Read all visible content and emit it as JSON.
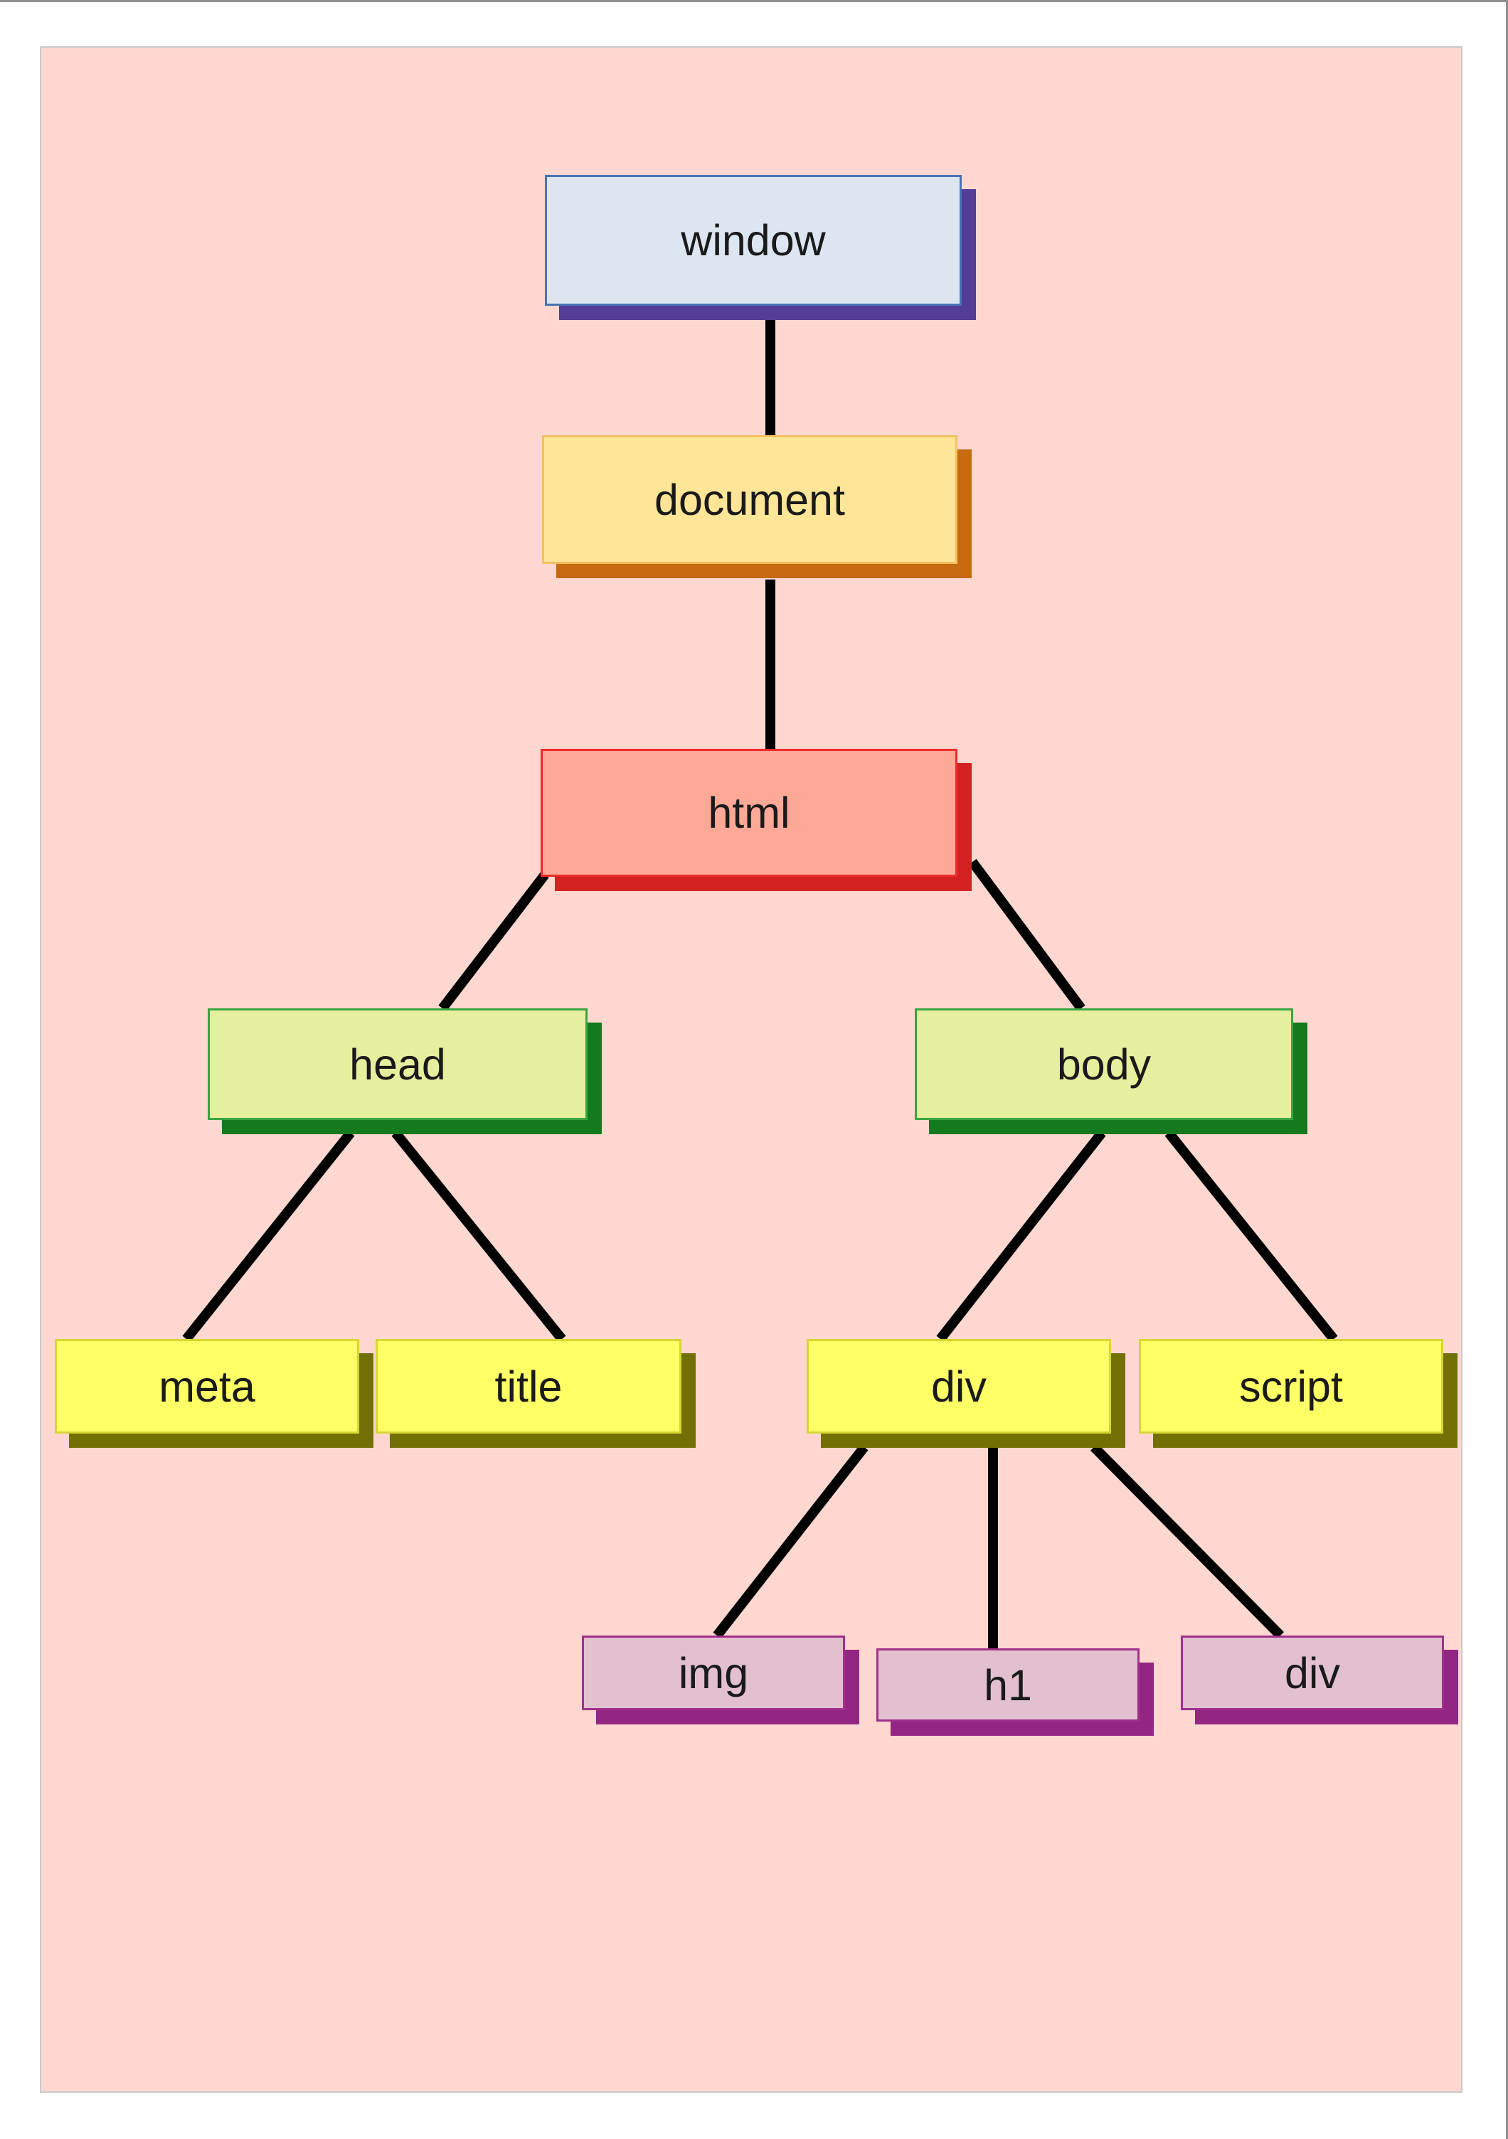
{
  "diagram": {
    "nodes": {
      "window": {
        "label": "window",
        "fill": "#dce5f0",
        "border": "#4a72b7",
        "shadow": "#533d96"
      },
      "document": {
        "label": "document",
        "fill": "#fee597",
        "border": "#f5c060",
        "shadow": "#c86a10"
      },
      "html": {
        "label": "html",
        "fill": "#fea898",
        "border": "#f02a2a",
        "shadow": "#d42222"
      },
      "head": {
        "label": "head",
        "fill": "#e6ef9e",
        "border": "#3aa442",
        "shadow": "#157a1e"
      },
      "body": {
        "label": "body",
        "fill": "#e6ef9e",
        "border": "#3aa442",
        "shadow": "#157a1e"
      },
      "meta": {
        "label": "meta",
        "fill": "#ffff66",
        "border": "#d6d630",
        "shadow": "#727005"
      },
      "title": {
        "label": "title",
        "fill": "#ffff66",
        "border": "#d6d630",
        "shadow": "#727005"
      },
      "div": {
        "label": "div",
        "fill": "#ffff66",
        "border": "#d6d630",
        "shadow": "#727005"
      },
      "script": {
        "label": "script",
        "fill": "#ffff66",
        "border": "#d6d630",
        "shadow": "#727005"
      },
      "img": {
        "label": "img",
        "fill": "#e2c0cf",
        "border": "#a0308c",
        "shadow": "#932583"
      },
      "h1": {
        "label": "h1",
        "fill": "#e2c0cf",
        "border": "#a0308c",
        "shadow": "#932583"
      },
      "div2": {
        "label": "div",
        "fill": "#e2c0cf",
        "border": "#a0308c",
        "shadow": "#932583"
      }
    },
    "edges": [
      [
        "window",
        "document"
      ],
      [
        "document",
        "html"
      ],
      [
        "html",
        "head"
      ],
      [
        "html",
        "body"
      ],
      [
        "head",
        "meta"
      ],
      [
        "head",
        "title"
      ],
      [
        "body",
        "div"
      ],
      [
        "body",
        "script"
      ],
      [
        "div",
        "img"
      ],
      [
        "div",
        "h1"
      ],
      [
        "div",
        "div2"
      ]
    ],
    "colors": {
      "canvas_background": "#fed8d0",
      "connector": "#000000"
    }
  }
}
